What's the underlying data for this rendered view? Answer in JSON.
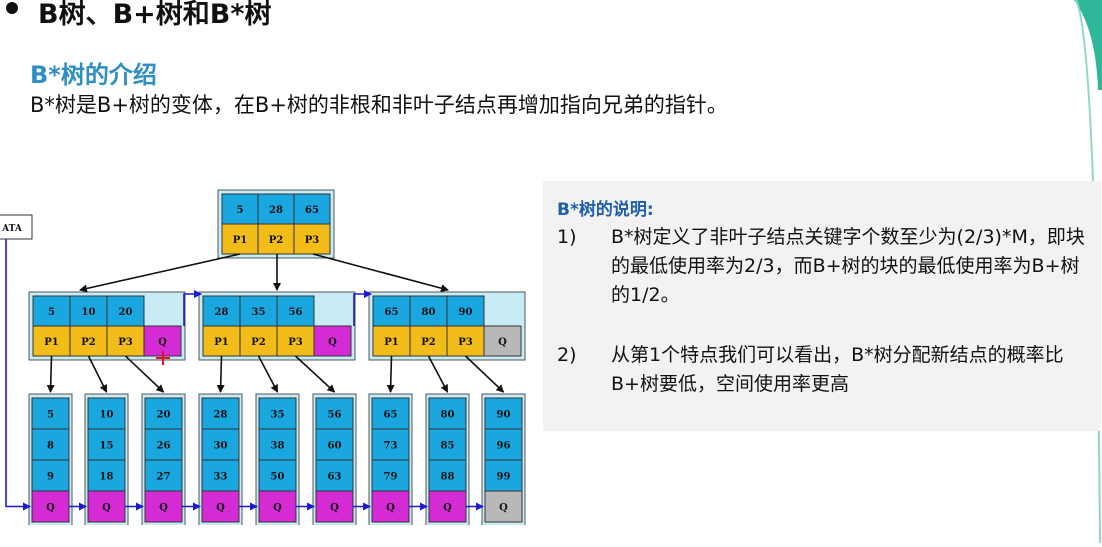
{
  "slide": {
    "title": "B树、B+树和B*树",
    "subtitle": "B*树的介绍",
    "intro": "B*树是B+树的变体，在B+树的非根和非叶子结点再增加指向兄弟的指针。"
  },
  "notes": {
    "heading": "B*树的说明:",
    "items": [
      {
        "num": "1)",
        "text": "B*树定义了非叶子结点关键字个数至少为(2/3)*M，即块的最低使用率为2/3，而B+树的块的最低使用率为B+树的1/2。"
      },
      {
        "num": "2)",
        "text": "从第1个特点我们可以看出，B*树分配新结点的概率比B+树要低，空间使用率更高"
      }
    ]
  },
  "diagram": {
    "data_label": "ATA",
    "root": {
      "keys": [
        "5",
        "28",
        "65"
      ],
      "pointers": [
        "P1",
        "P2",
        "P3"
      ]
    },
    "internal": [
      {
        "keys": [
          "5",
          "10",
          "20"
        ],
        "pointers": [
          "P1",
          "P2",
          "P3"
        ],
        "sibling": "Q"
      },
      {
        "keys": [
          "28",
          "35",
          "56"
        ],
        "pointers": [
          "P1",
          "P2",
          "P3"
        ],
        "sibling": "Q"
      },
      {
        "keys": [
          "65",
          "80",
          "90"
        ],
        "pointers": [
          "P1",
          "P2",
          "P3"
        ],
        "sibling": "Q"
      }
    ],
    "leaves": [
      [
        "5",
        "8",
        "9"
      ],
      [
        "10",
        "15",
        "18"
      ],
      [
        "20",
        "26",
        "27"
      ],
      [
        "28",
        "30",
        "33"
      ],
      [
        "35",
        "38",
        "50"
      ],
      [
        "56",
        "60",
        "63"
      ],
      [
        "65",
        "73",
        "79"
      ],
      [
        "80",
        "85",
        "88"
      ],
      [
        "90",
        "96",
        "99"
      ]
    ],
    "leaf_pointer": "Q",
    "colors": {
      "key": "#1aa7df",
      "pointer": "#f2bd1b",
      "sibling": "#d42bd4",
      "empty": "#b8b8b8",
      "frame": "#c8ecf5",
      "arrow_blue": "#1b1bd0",
      "mark": "#e0102a"
    }
  }
}
